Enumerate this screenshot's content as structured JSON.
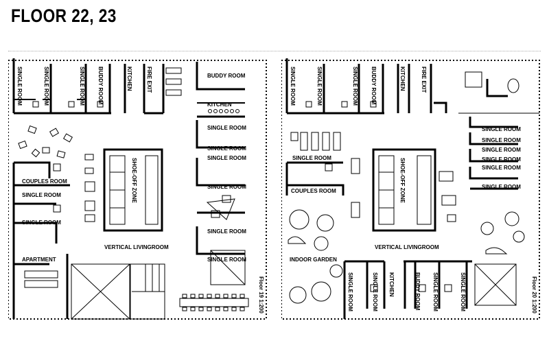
{
  "title": "FLOOR 22, 23",
  "left": {
    "labels": {
      "single_room": "SINGLE ROOM",
      "buddy_room": "BUDDY ROOM",
      "kitchen": "KITCHEN",
      "fire_exit": "FIRE EXIT",
      "couples_room": "COUPLES ROOM",
      "apartment": "APARTMENT",
      "shoe_off_zone": "SHOE-OFF ZONE",
      "vertical_livingroom": "VERTICAL LIVINGROOM",
      "caption": "Floor 19  1:200"
    }
  },
  "right": {
    "labels": {
      "single_room": "SINGLE ROOM",
      "buddy_room": "BUDDY ROOM",
      "kitchen": "KITCHEN",
      "fire_exit": "FIRE EXIT",
      "couples_room": "COUPLES ROOM",
      "indoor_garden": "INDOOR GARDEN",
      "shoe_off_zone": "SHOE-OFF ZONE",
      "vertical_livingroom": "VERTICAL LIVINGROOM",
      "caption": "Floor 20  1:200"
    }
  }
}
